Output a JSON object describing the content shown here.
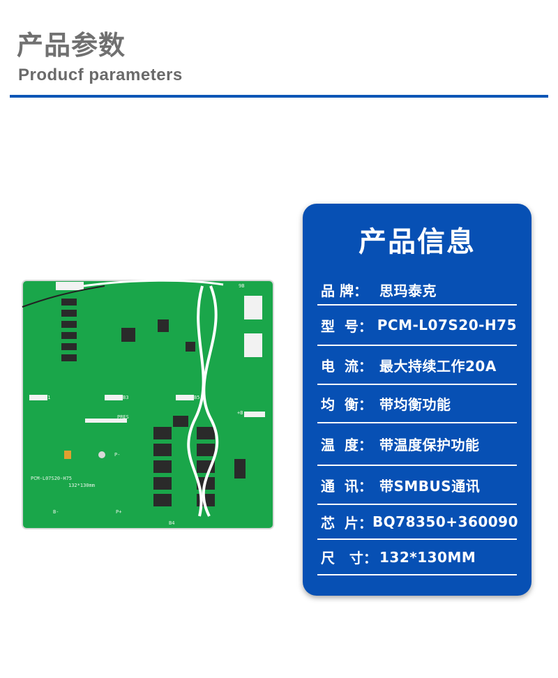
{
  "header": {
    "title_cn": "产品参数",
    "title_en": "Producf  parameters",
    "accent_color": "#0a56b6"
  },
  "product_image": {
    "board_color": "#1aa64a",
    "labels": [
      "B1",
      "B3",
      "B5",
      "+B",
      "PRES",
      "P-",
      "P+",
      "B-",
      "B4",
      "9B",
      "PCM-L07S20-H75",
      "132*130mm"
    ]
  },
  "card": {
    "title": "产品信息",
    "background": "#0750b4",
    "rows": [
      {
        "label": "品 牌：",
        "value": "思玛泰克"
      },
      {
        "label": "型  号：",
        "value": "PCM-L07S20-H75"
      },
      {
        "label": "电  流：",
        "value": "最大持续工作20A"
      },
      {
        "label": "均  衡：",
        "value": "带均衡功能"
      },
      {
        "label": "温  度：",
        "value": "带温度保护功能"
      },
      {
        "label": "通  讯：",
        "value": "带SMBUS通讯"
      },
      {
        "label": "芯  片：",
        "value": "BQ78350+360090"
      },
      {
        "label": "尺   寸：",
        "value": " 132*130MM"
      }
    ]
  }
}
